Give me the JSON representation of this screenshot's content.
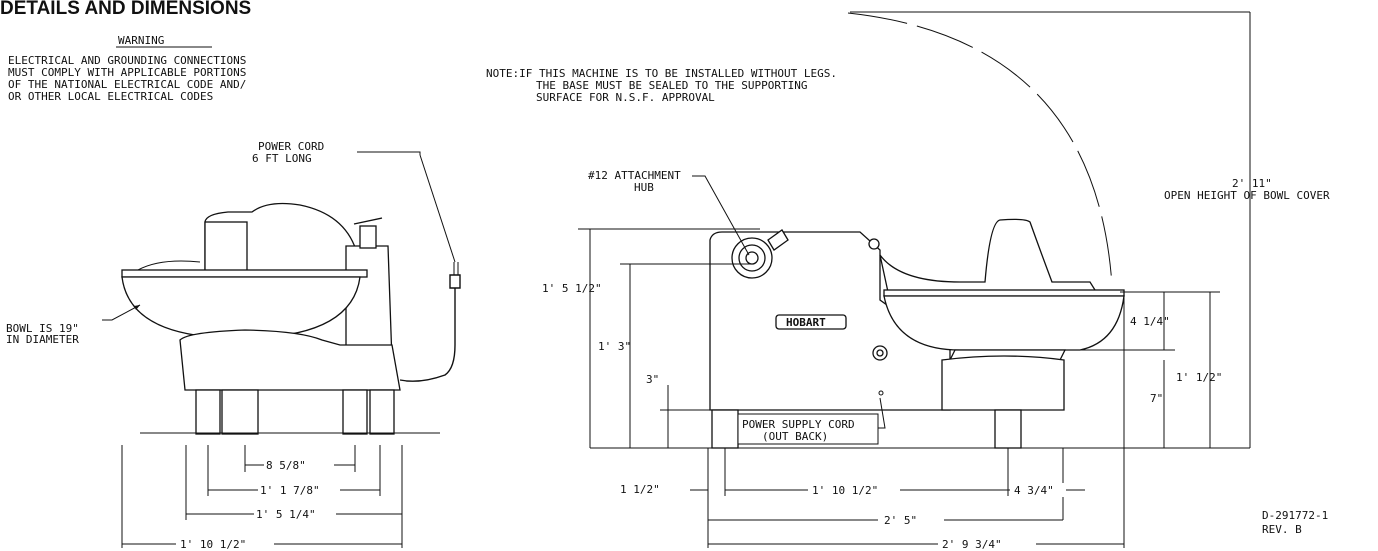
{
  "title": "DETAILS AND DIMENSIONS",
  "warning": {
    "heading": "WARNING",
    "lines": [
      "ELECTRICAL AND GROUNDING CONNECTIONS",
      "MUST COMPLY WITH APPLICABLE PORTIONS",
      "OF THE NATIONAL ELECTRICAL CODE AND/",
      "OR OTHER LOCAL ELECTRICAL CODES"
    ]
  },
  "note": {
    "lines": [
      "NOTE:IF THIS MACHINE IS TO BE INSTALLED WITHOUT LEGS.",
      "THE BASE MUST BE SEALED TO THE SUPPORTING",
      "SURFACE FOR N.S.F. APPROVAL"
    ]
  },
  "callouts": {
    "power_cord": [
      "POWER CORD",
      "6 FT LONG"
    ],
    "bowl": [
      "BOWL IS 19\"",
      "IN DIAMETER"
    ],
    "attachment_hub": [
      "#12 ATTACHMENT",
      "HUB"
    ],
    "power_supply": [
      "POWER SUPPLY CORD",
      "(OUT BACK)"
    ],
    "open_height": [
      "2' 11\"",
      "OPEN HEIGHT OF BOWL COVER"
    ],
    "brand": "HOBART"
  },
  "dimensions": {
    "front": {
      "d1": "8 5/8\"",
      "d2": "1' 1 7/8\"",
      "d3": "1' 5 1/4\"",
      "d4": "1' 10 1/2\""
    },
    "side": {
      "total_height": "1' 5 1/2\"",
      "body_height": "1' 3\"",
      "leg_height": "3\"",
      "bowl_depth": "4 1/4\"",
      "bowl_top_height": "1' 1/2\"",
      "pedestal_height": "7\"",
      "leg_offset": "1 1/2\"",
      "leg_span": "1' 10 1/2\"",
      "rear_offset": "4 3/4\"",
      "base_length": "2' 5\"",
      "overall_length": "2' 9 3/4\""
    }
  },
  "drawing_number": [
    "D-291772-1",
    "REV. B"
  ]
}
